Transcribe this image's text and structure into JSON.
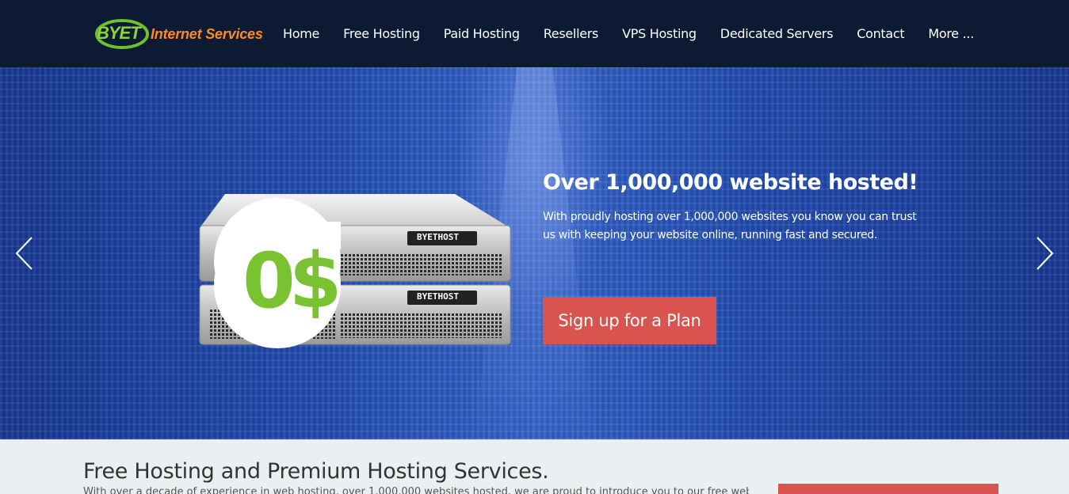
{
  "brand": {
    "mark_text": "BYET",
    "name": "Internet Services",
    "colors": {
      "mark": "#8dd13b",
      "name": "#ff8a1e"
    }
  },
  "nav": {
    "items": [
      {
        "label": "Home"
      },
      {
        "label": "Free Hosting"
      },
      {
        "label": "Paid Hosting"
      },
      {
        "label": "Resellers"
      },
      {
        "label": "VPS Hosting"
      },
      {
        "label": "Dedicated Servers"
      },
      {
        "label": "Contact"
      },
      {
        "label": "More ..."
      }
    ]
  },
  "hero": {
    "title": "Over 1,000,000 website hosted!",
    "description": "With proudly hosting over 1,000,000 websites you know you can trust us with keeping your website online, running fast and secured.",
    "cta_label": "Sign up for a Plan",
    "server_badge": "0$",
    "server_label": "BYETHOST",
    "prev_icon": "chevron-left-icon",
    "next_icon": "chevron-right-icon",
    "colors": {
      "cta": "#d9534f",
      "navbar": "#0c1a33",
      "hero_bg": "#2451b8"
    }
  },
  "content": {
    "title": "Free Hosting and Premium Hosting Services.",
    "text": "With over a decade of experience in web hosting, over 1,000,000 websites hosted, we are proud to introduce you to our free web"
  }
}
